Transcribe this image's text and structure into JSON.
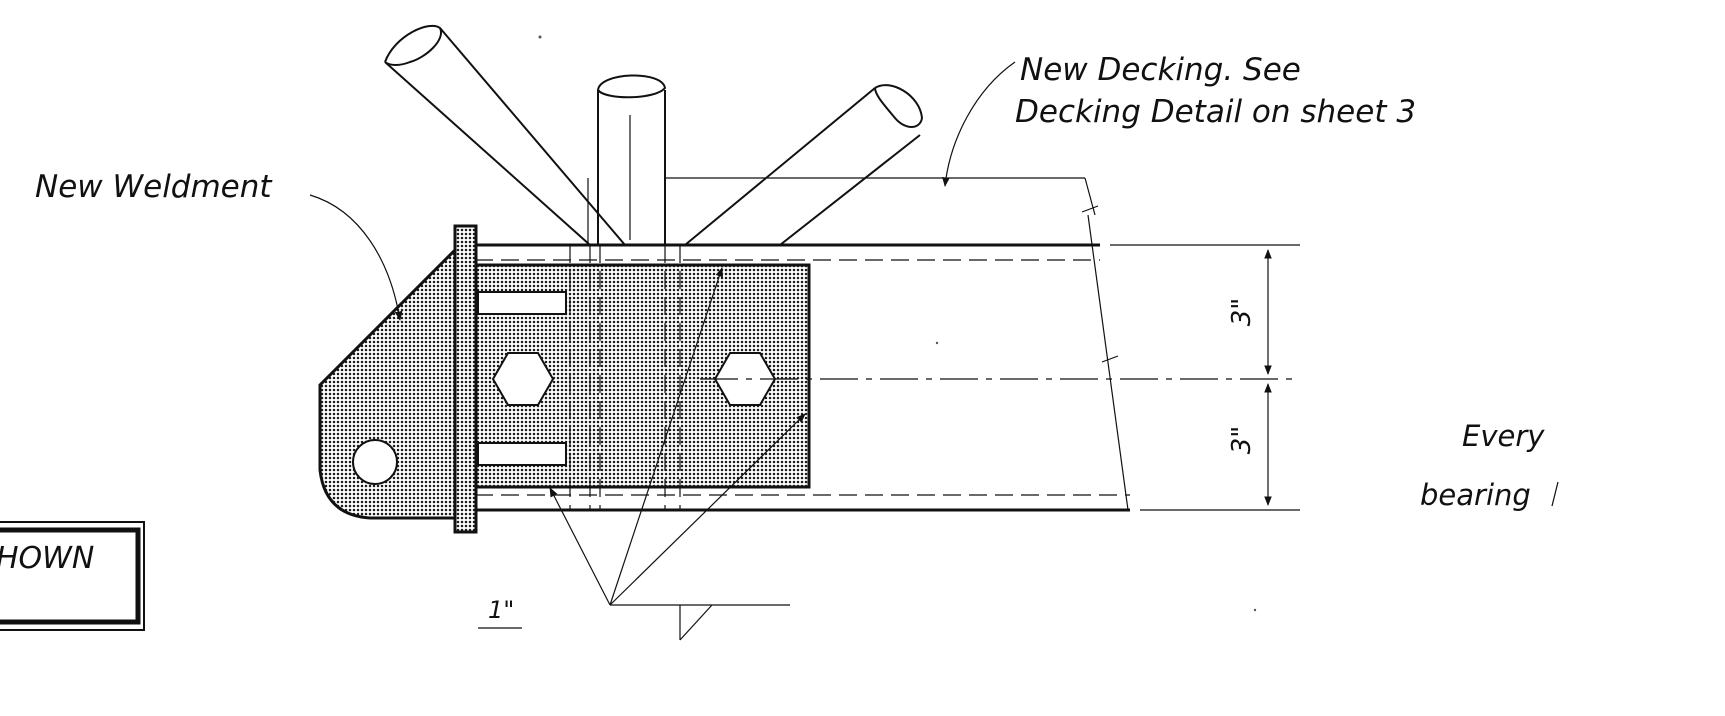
{
  "labels": {
    "new_decking_line1": "New Decking. See",
    "new_decking_line2": "Decking Detail on sheet 3",
    "new_weldment": "New Weldment",
    "every": "Every",
    "bearing": "bearing",
    "shown": "HOWN",
    "dim_upper": "3\"",
    "dim_lower": "3\"",
    "inch_mark": "1\""
  }
}
